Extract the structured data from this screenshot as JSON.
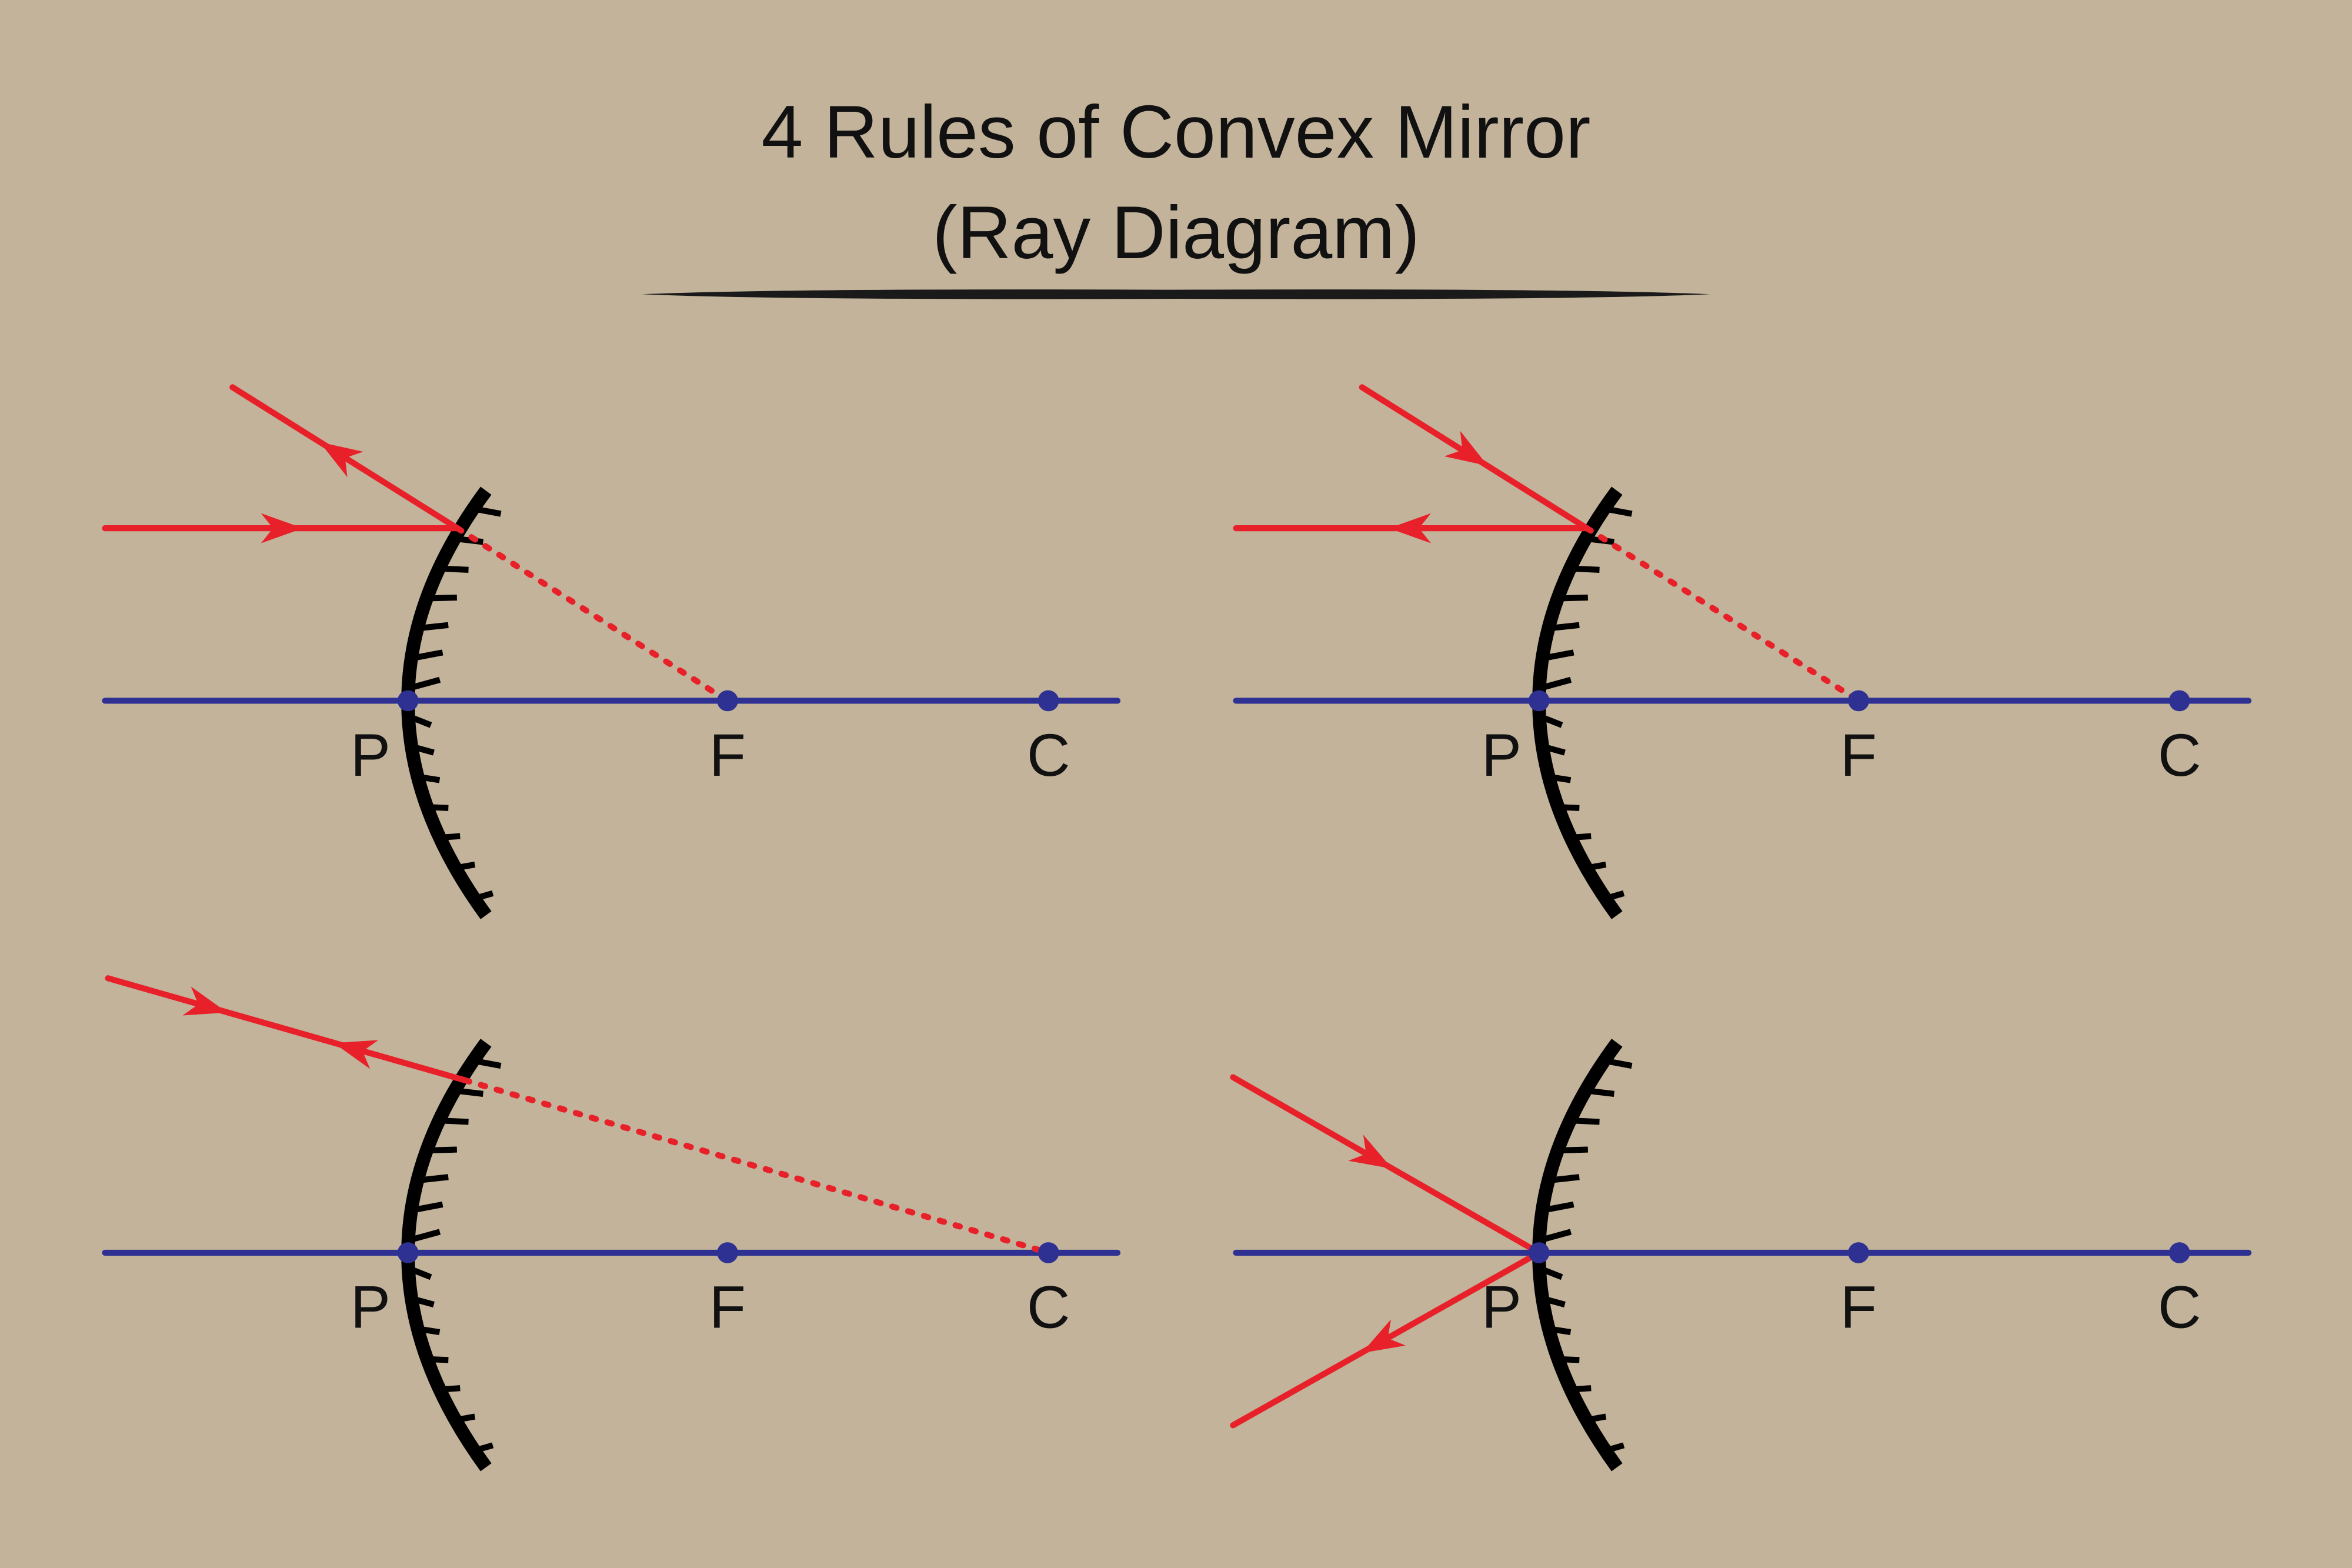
{
  "title": {
    "line1": "4 Rules of Convex Mirror",
    "line2": "(Ray Diagram)"
  },
  "points": {
    "pole": "P",
    "focus": "F",
    "centre": "C"
  },
  "colors": {
    "background": "#c2b39a",
    "ray": "#e8202a",
    "axis": "#2e3192",
    "mirror": "#000000"
  },
  "panels": [
    {
      "rule": "parallel-ray-reflects-away-from-focus"
    },
    {
      "rule": "ray-toward-focus-reflects-parallel"
    },
    {
      "rule": "ray-toward-centre-reflects-back"
    },
    {
      "rule": "ray-at-pole-reflects-symmetrically"
    }
  ]
}
